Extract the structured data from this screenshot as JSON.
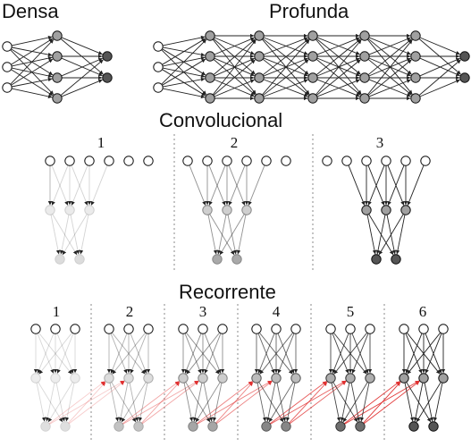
{
  "titles": {
    "dense": "Densa",
    "deep": "Profunda",
    "conv": "Convolucional",
    "rec": "Recorrente"
  },
  "conv_steps": [
    "1",
    "2",
    "3"
  ],
  "rec_steps": [
    "1",
    "2",
    "3",
    "4",
    "5",
    "6"
  ],
  "colors": {
    "hidden": "#a0a0a0",
    "output": "#555555",
    "edge": "#222222",
    "recurrent_edge": "#e03030",
    "separator": "#888888"
  }
}
